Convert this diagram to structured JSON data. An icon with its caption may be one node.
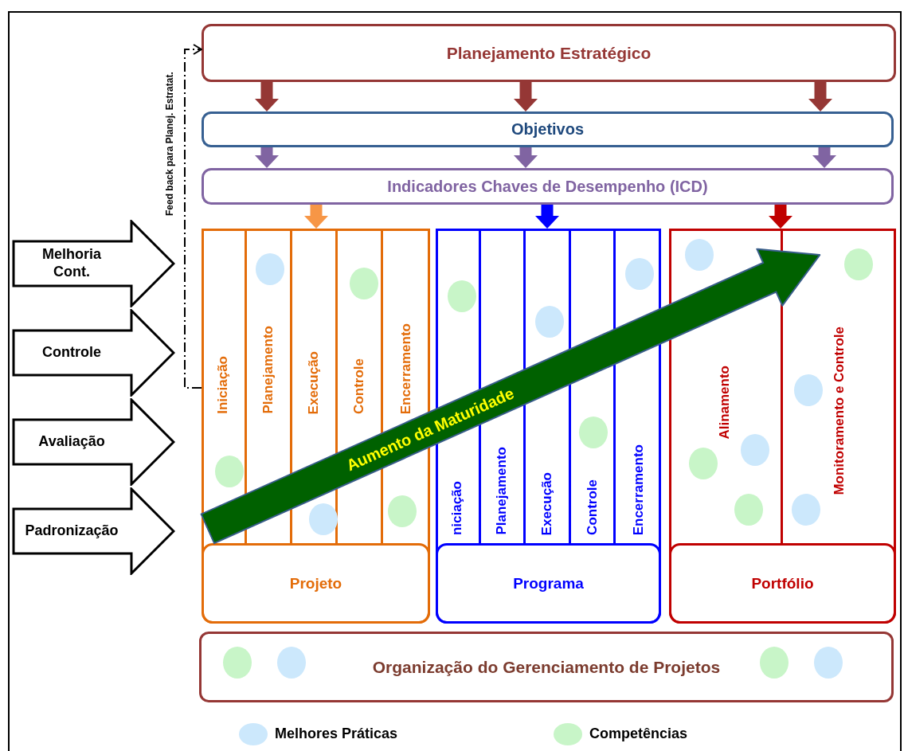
{
  "diagram": {
    "nodes": [
      {
        "text": [
          "Planejamento Estratégico"
        ]
      },
      {
        "text": [
          "Objetivos"
        ]
      },
      {
        "text": [
          "Indicadores Chaves de Desempenho (ICD)"
        ]
      },
      {
        "text": [
          "Projeto"
        ]
      },
      {
        "text": [
          "Iniciação"
        ],
        "in": 3
      },
      {
        "text": [
          "Planejamento"
        ],
        "in": 3
      },
      {
        "text": [
          "Execução"
        ],
        "in": 3
      },
      {
        "text": [
          "Controle"
        ],
        "in": 3
      },
      {
        "text": [
          "Encerramento"
        ],
        "in": 3
      },
      {
        "text": [
          "Programa"
        ]
      },
      {
        "text": [
          "niciação"
        ],
        "in": 9
      },
      {
        "text": [
          "Planejamento"
        ],
        "in": 9
      },
      {
        "text": [
          "Execução"
        ],
        "in": 9
      },
      {
        "text": [
          "Controle"
        ],
        "in": 9
      },
      {
        "text": [
          "Encerramento"
        ],
        "in": 9
      },
      {
        "text": [
          "Portfólio"
        ]
      },
      {
        "text": [
          "Alinamento"
        ],
        "in": 15
      },
      {
        "text": [
          "Monitoramento e Controle"
        ],
        "in": 15
      },
      {
        "text": [
          "Organização do Gerenciamento de Projetos"
        ]
      },
      {
        "text": [
          "Melhoria Cont."
        ]
      },
      {
        "text": [
          "Controle"
        ]
      },
      {
        "text": [
          "Avaliação"
        ]
      },
      {
        "text": [
          "Padronização"
        ]
      },
      {
        "text": [
          "Aumento da Maturidade"
        ]
      }
    ],
    "edges": [
      {
        "from": 0,
        "to": 1,
        "arrow": "to",
        "color": "#953735"
      },
      {
        "from": 0,
        "to": 1,
        "arrow": "to",
        "color": "#953735"
      },
      {
        "from": 0,
        "to": 1,
        "arrow": "to",
        "color": "#953735"
      },
      {
        "from": 1,
        "to": 2,
        "arrow": "to",
        "color": "#8064a2"
      },
      {
        "from": 1,
        "to": 2,
        "arrow": "to",
        "color": "#8064a2"
      },
      {
        "from": 1,
        "to": 2,
        "arrow": "to",
        "color": "#8064a2"
      },
      {
        "from": 2,
        "to": 3,
        "arrow": "to",
        "color": "#f79646"
      },
      {
        "from": 2,
        "to": 9,
        "arrow": "to",
        "color": "#0000ff"
      },
      {
        "from": 2,
        "to": 15,
        "arrow": "to",
        "color": "#c00000"
      },
      {
        "from": 3,
        "to": 0,
        "arrow": "to",
        "style": "dashed",
        "color": "#000000",
        "label": "Feed back para Planej. Estratat."
      }
    ],
    "legend": [
      {
        "text": "Melhores Práticas",
        "color": "#cce8fc"
      },
      {
        "text": "Competências",
        "color": "#c8f5c8"
      }
    ]
  }
}
